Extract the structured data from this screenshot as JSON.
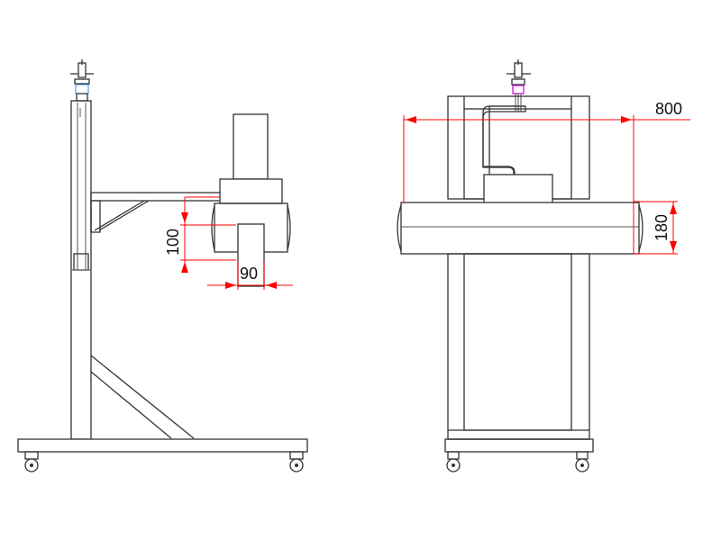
{
  "dimensions": {
    "side_height": "100",
    "side_width": "90",
    "front_width": "800",
    "front_height": "180"
  },
  "colors": {
    "line": "#333333",
    "dimension": "#ff0000",
    "accent": "#d000d0",
    "accent2": "#3b8be0"
  }
}
